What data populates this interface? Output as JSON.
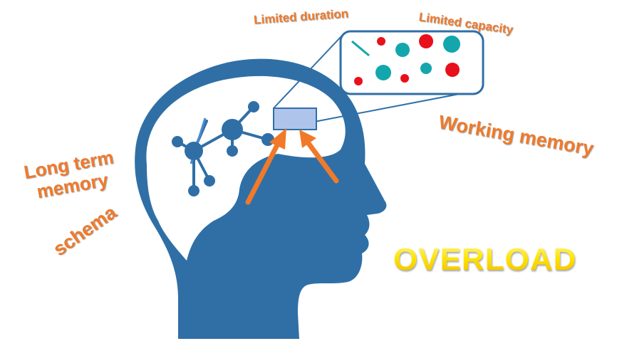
{
  "labels": {
    "limited_duration": "Limited duration",
    "limited_capacity": "Limited capacity",
    "working_memory": "Working memory",
    "long_term_memory": "Long term memory",
    "schema": "schema",
    "overload": "OVERLOAD"
  },
  "colors": {
    "head": "#2f6fa6",
    "brain_outline": "#ffffff",
    "label_orange": "#f07a2a",
    "overload_yellow": "#ffe400",
    "dot_red": "#e8101a",
    "dot_teal": "#13a6ad",
    "arrow": "#f07a2a",
    "working_box": "#aec4ea"
  }
}
